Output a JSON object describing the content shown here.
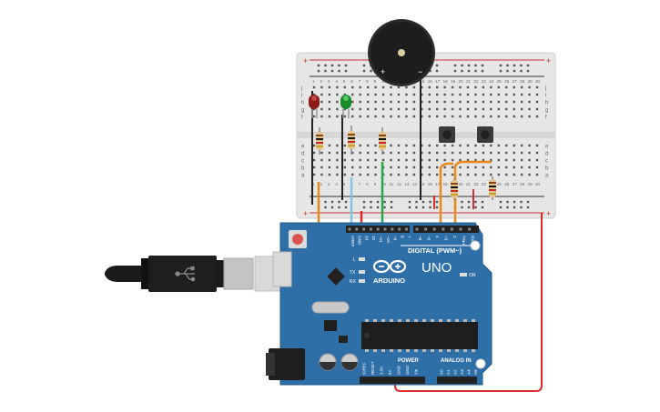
{
  "board": {
    "brand_name": "UNO",
    "logo_text": "ARDUINO",
    "digital_label": "DIGITAL (PWM~)",
    "analog_label": "ANALOG IN",
    "power_label": "POWER",
    "on_label": "ON",
    "led_l_label": "L",
    "led_tx_label": "TX",
    "led_rx_label": "RX",
    "digital_pins": [
      "AREF",
      "GND",
      "13",
      "12",
      "~11",
      "~10",
      "~9",
      "8",
      "7",
      "~6",
      "~5",
      "4",
      "~3",
      "2",
      "TX▸1",
      "RX◂0"
    ],
    "power_pins": [
      "IOREF",
      "RESET",
      "3.3V",
      "5V",
      "GND",
      "GND",
      "Vin"
    ],
    "analog_pins": [
      "A0",
      "A1",
      "A2",
      "A3",
      "A4",
      "A5"
    ]
  },
  "buzzer": {
    "plus": "+",
    "minus": "−"
  },
  "breadboard": {
    "row_letters_top": [
      "j",
      "i",
      "h",
      "g",
      "f"
    ],
    "row_letters_bottom": [
      "e",
      "d",
      "c",
      "b",
      "a"
    ],
    "column_numbers": [
      "1",
      "2",
      "3",
      "4",
      "5",
      "6",
      "7",
      "8",
      "9",
      "10",
      "11",
      "12",
      "13",
      "14",
      "15",
      "16",
      "17",
      "18",
      "19",
      "20",
      "21",
      "22",
      "23",
      "24",
      "25",
      "26",
      "27",
      "28",
      "29",
      "30"
    ],
    "rail_plus": "+",
    "rail_minus": "−"
  },
  "colors": {
    "board_blue": "#2f6fa8",
    "wire_orange": "#e8891c",
    "wire_lightblue": "#7ec8e3",
    "wire_green": "#27a844",
    "wire_red": "#d92b2b",
    "wire_black": "#222222"
  }
}
